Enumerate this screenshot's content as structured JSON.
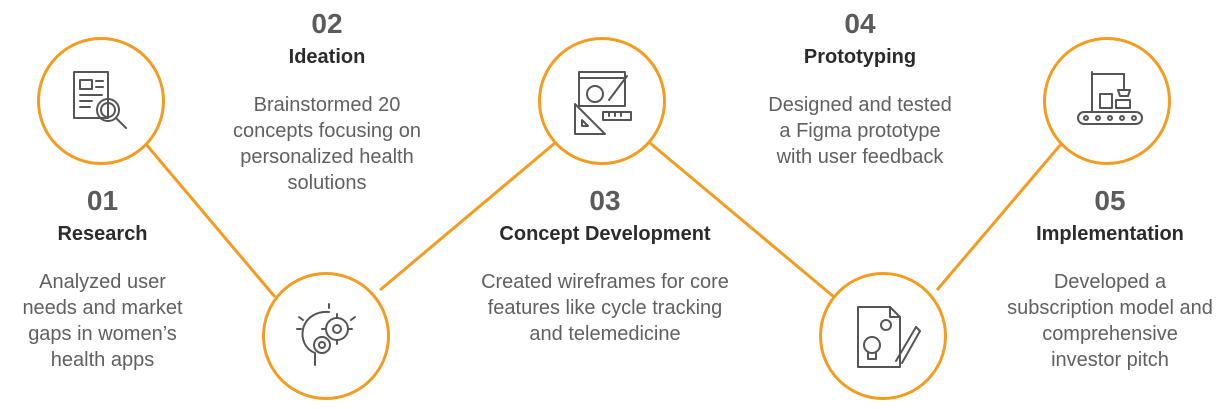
{
  "accent_color": "#f39c1f",
  "steps": [
    {
      "number": "01",
      "title": "Research",
      "description": "Analyzed user needs and market gaps in women’s health apps",
      "icon": "document-search-icon"
    },
    {
      "number": "02",
      "title": "Ideation",
      "description": "Brainstormed 20 concepts focusing on personalized health solutions",
      "icon": "head-gears-icon"
    },
    {
      "number": "03",
      "title": "Concept Development",
      "description": "Created wireframes for core features like cycle tracking and telemedicine",
      "icon": "design-tools-icon"
    },
    {
      "number": "04",
      "title": "Prototyping",
      "description": "Designed and tested a Figma prototype with user feedback",
      "icon": "blueprint-pencil-icon"
    },
    {
      "number": "05",
      "title": "Implementation",
      "description": "Developed a subscription model and comprehensive investor pitch",
      "icon": "conveyor-robot-icon"
    }
  ]
}
